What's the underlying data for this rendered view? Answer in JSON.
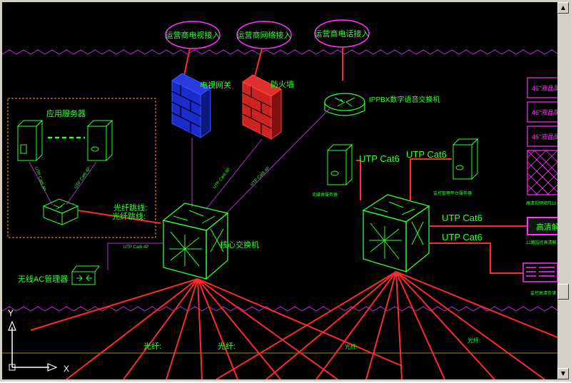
{
  "colors": {
    "background": "#000000",
    "label_green": "#33ff33",
    "label_magenta": "#ff33ff",
    "line_red": "#ff2a2a",
    "line_purple": "#b030d0",
    "firewall_red": "#cc2222",
    "gateway_blue": "#2244ee",
    "crosshair_white": "#ffffff"
  },
  "providers": {
    "tv": "运营商电视接入",
    "network": "运营商网络接入",
    "phone": "运营商电话接入"
  },
  "devices": {
    "tv_gateway": "电视网关",
    "firewall": "防火墙",
    "ippbx": "IPPBX数字语音交换机",
    "app_server_group": "应用服务器",
    "core_switch": "核心交换机",
    "wireless_ac": "无线AC管理器",
    "streaming_server": "流媒体服务器",
    "video_platform_server": "监控管理平台服务器",
    "hd_decoder": "高清解",
    "hd_decoder_caption": "12路监控高清解",
    "video_matrix_caption": "高清视频矩阵12",
    "video_storage_caption": "监控高清存储",
    "display_walls": [
      "46\"液晶屏",
      "46\"液晶屏",
      "46\"液晶屏"
    ]
  },
  "links": {
    "fiber_jumper_1": "光纤跳线:",
    "fiber_jumper_2": "光纤跳线:",
    "utp_cat6_server_left": "UTP Cat6",
    "utp_cat6_server_right": "UTP Cat6",
    "utp_cat6_right_1": "UTP Cat6",
    "utp_cat6_right_2": "UTP Cat6",
    "utp_small_1": "UTP Cat6 4P",
    "utp_small_2": "UTP Cat6 4P",
    "utp_small_3": "UTP Cat6 4P",
    "utp_small_4": "UTP Cat6 4P",
    "utp_small_5": "UTP Cat6 4P",
    "utp_small_6": "UTP Cat6 4P",
    "fiber_bottom_1": "光纤:",
    "fiber_bottom_2": "光纤:",
    "fiber_bottom_3": "光纤:",
    "fiber_bottom_4": "光纤:"
  },
  "ucs": {
    "x_label": "X",
    "y_label": "Y"
  },
  "scrollbar": {
    "up_arrow": "▲",
    "down_arrow": "▼"
  }
}
